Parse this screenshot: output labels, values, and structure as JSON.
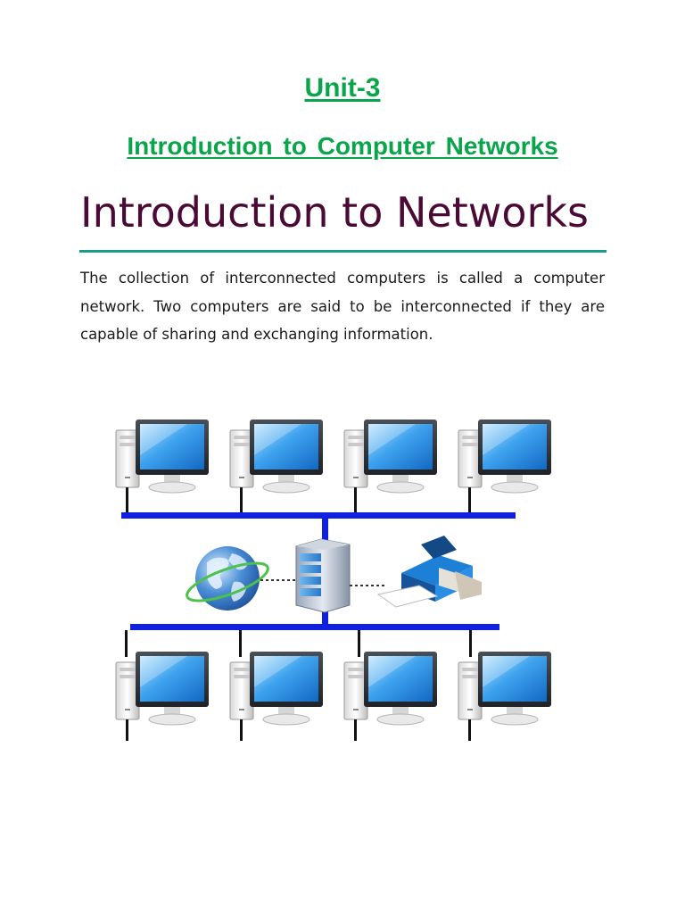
{
  "document": {
    "unit_title": "Unit-3",
    "subtitle": "Introduction to Computer Networks",
    "heading": "Introduction to Networks",
    "paragraph": "The collection of interconnected computers is called a computer network. Two computers are said to be interconnected if they are capable of sharing and exchanging information."
  },
  "colors": {
    "title_green": "#0aa54a",
    "heading_maroon": "#4a0a35",
    "rule_teal": "#1a9a8a",
    "bus_blue": "#1020e0"
  },
  "diagram": {
    "icons": [
      "desktop-computer-icon",
      "globe-icon",
      "server-icon",
      "printer-icon"
    ],
    "top_computers": 4,
    "bottom_computers": 4
  }
}
